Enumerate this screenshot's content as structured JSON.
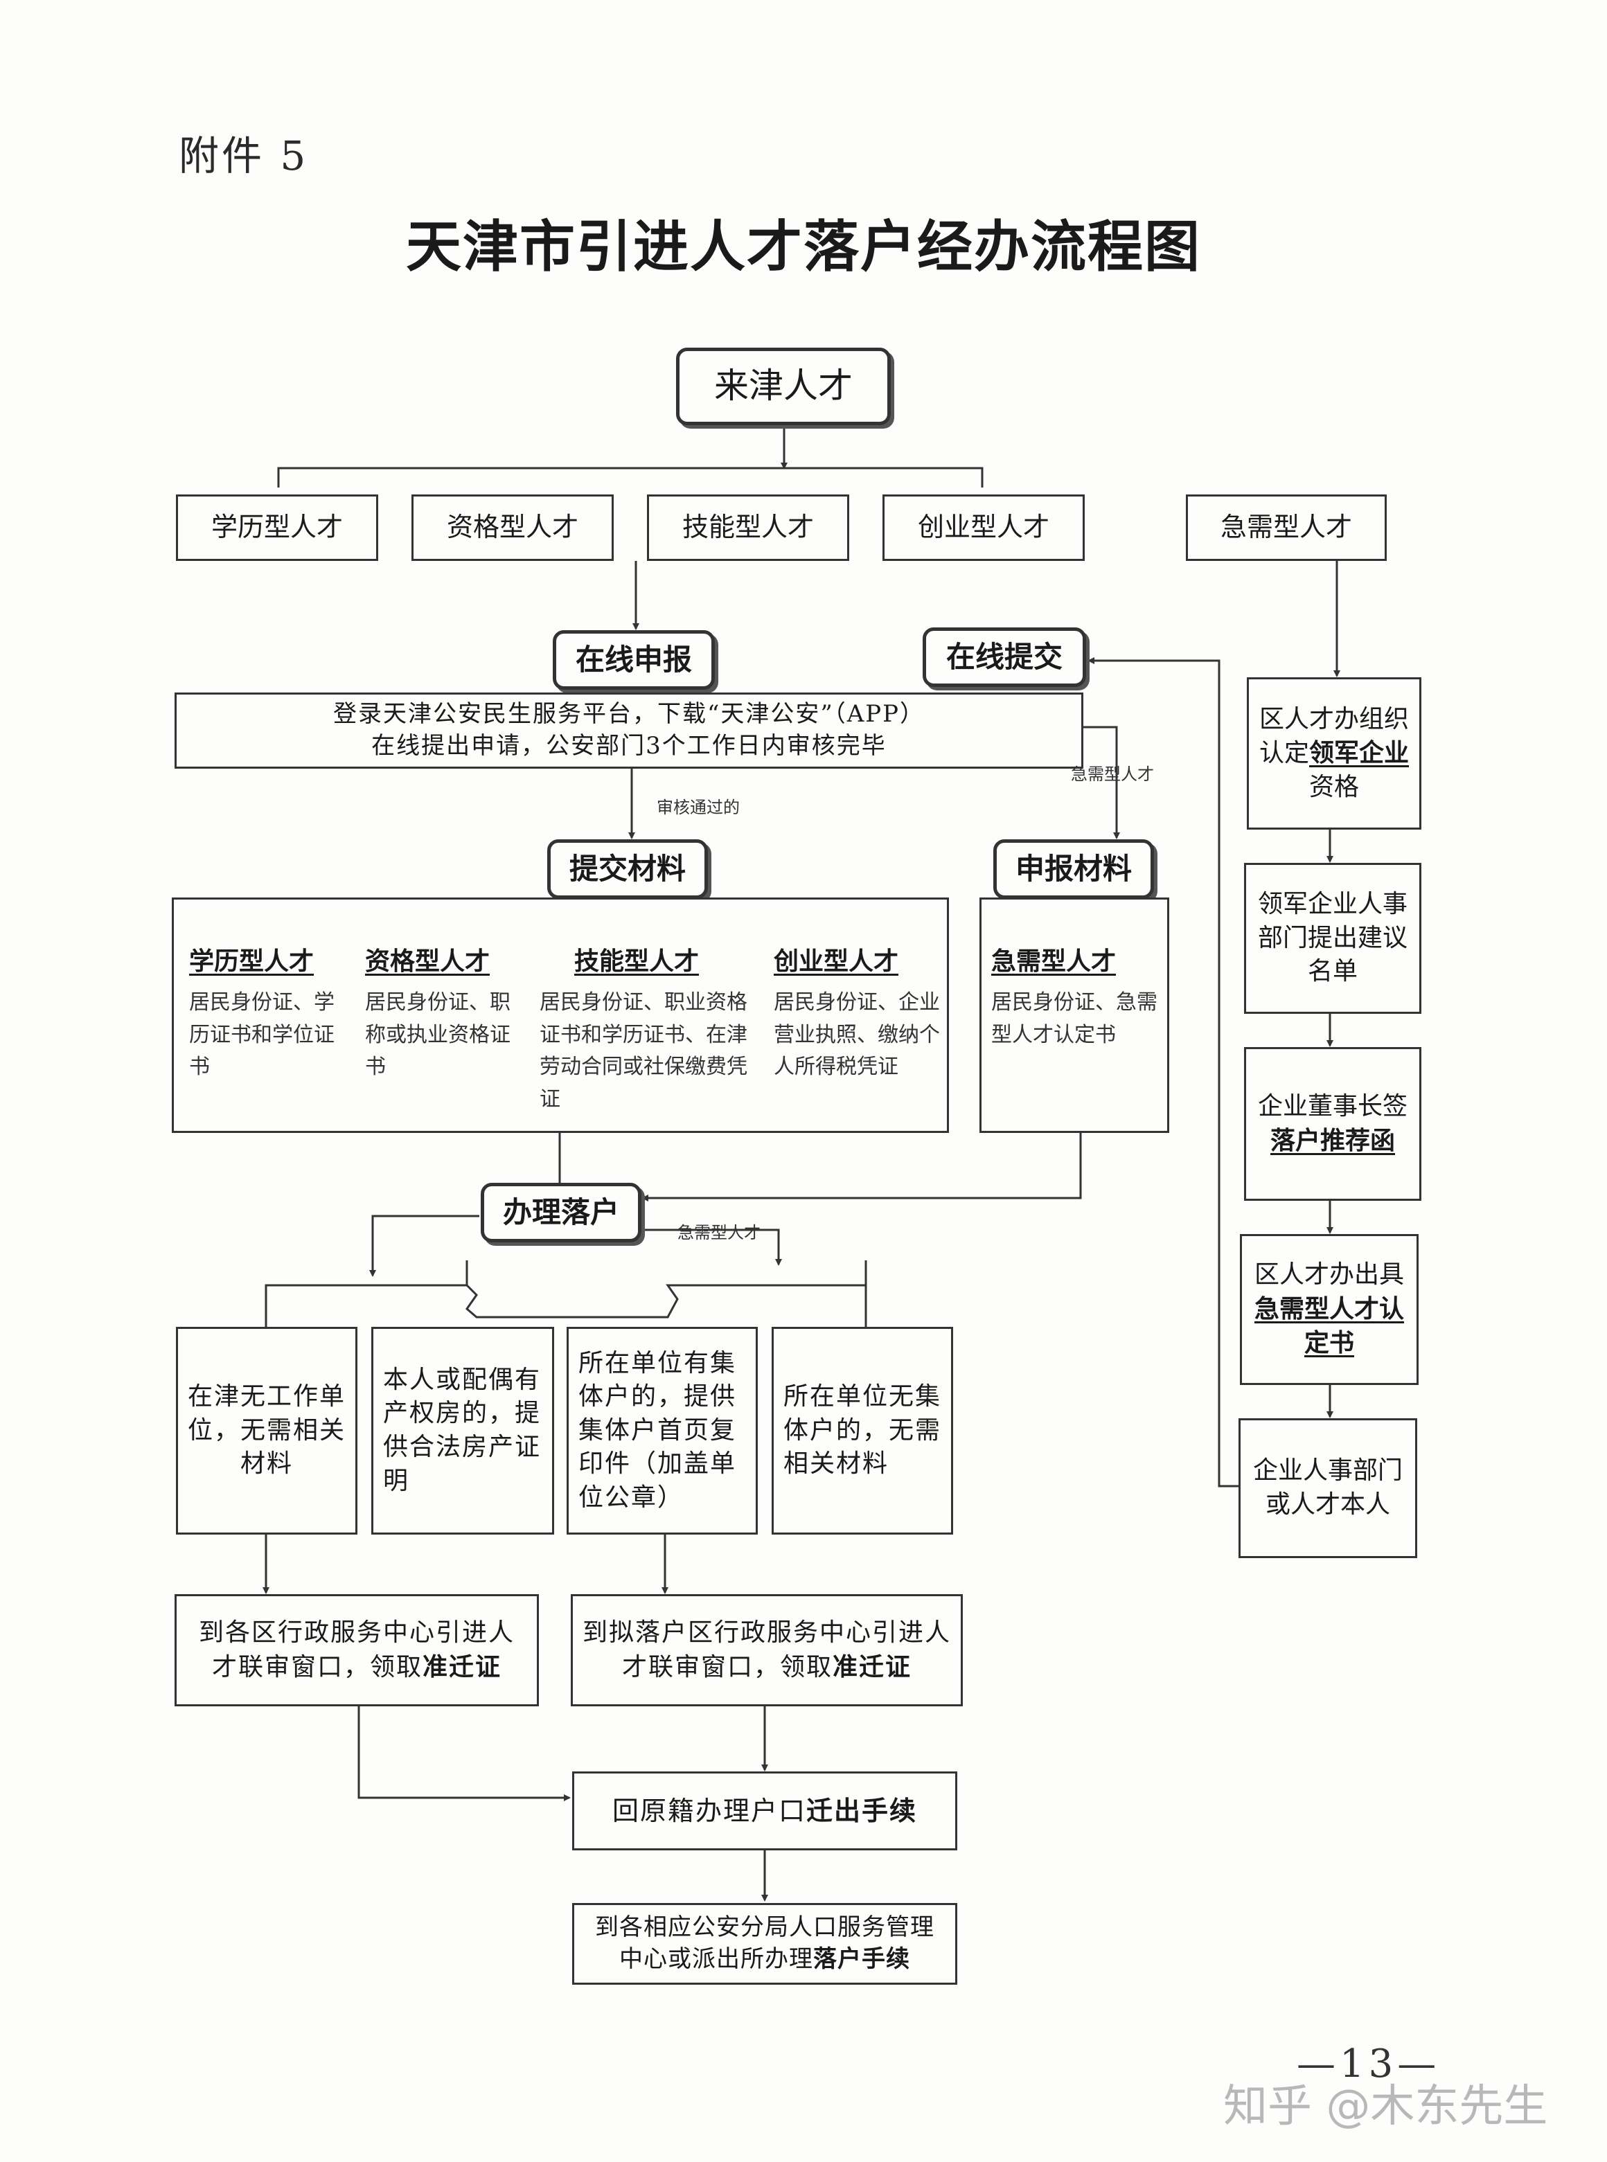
{
  "attachment_label": "附件 5",
  "title": "天津市引进人才落户经办流程图",
  "start": "来津人才",
  "categories": [
    "学历型人才",
    "资格型人才",
    "技能型人才",
    "创业型人才",
    "急需型人才"
  ],
  "online_apply": "在线申报",
  "online_submit": "在线提交",
  "platform_line1": "登录天津公安民生服务平台，下载“天津公安”（APP）",
  "platform_line2": "在线提出申请，公安部门3个工作日内审核完毕",
  "approved_note": "审核通过的",
  "urgent_note": "急需型人才",
  "submit_materials": "提交材料",
  "report_materials": "申报材料",
  "materials": [
    {
      "head": "学历型人才",
      "body": "居民身份证、学历证书和学位证书"
    },
    {
      "head": "资格型人才",
      "body": "居民身份证、职称或执业资格证书"
    },
    {
      "head": "技能型人才",
      "body": "居民身份证、职业资格证书和学历证书、在津劳动合同或社保缴费凭证"
    },
    {
      "head": "创业型人才",
      "body": "居民身份证、企业营业执照、缴纳个人所得税凭证"
    }
  ],
  "urgent_material": {
    "head": "急需型人才",
    "body": "居民身份证、急需型人才认定书"
  },
  "right_chain": [
    {
      "pre": "区人才办组织认定",
      "em": "领军企业",
      "post": "资格"
    },
    {
      "pre": "领军企业人事部门提出建议名单",
      "em": "",
      "post": ""
    },
    {
      "pre": "企业董事长签",
      "em": "落户推荐函",
      "post": ""
    },
    {
      "pre": "区人才办出具",
      "em": "急需型人才认定书",
      "post": ""
    },
    {
      "pre": "企业人事部门或人才本人",
      "em": "",
      "post": ""
    }
  ],
  "settle": "办理落户",
  "settle_urgent_note": "急需型人才",
  "cases": [
    "在津无工作单位，无需相关材料",
    "本人或配偶有产权房的，提供合法房产证明",
    "所在单位有集体户的，提供集体户首页复印件（加盖单位公章）",
    "所在单位无集体户的，无需相关材料"
  ],
  "window_left": {
    "pre": "到各区行政服务中心引进人才联审窗口，领取",
    "em": "准迁证"
  },
  "window_right": {
    "pre": "到拟落户区行政服务中心引进人才联审窗口，领取",
    "em": "准迁证"
  },
  "move_out": {
    "pre": "回原籍办理户口",
    "em": "迁出手续"
  },
  "final": {
    "pre": "到各相应公安分局人口服务管理中心或派出所办理",
    "em": "落户手续"
  },
  "page_number": "—13—",
  "watermark": "知乎 @木东先生"
}
